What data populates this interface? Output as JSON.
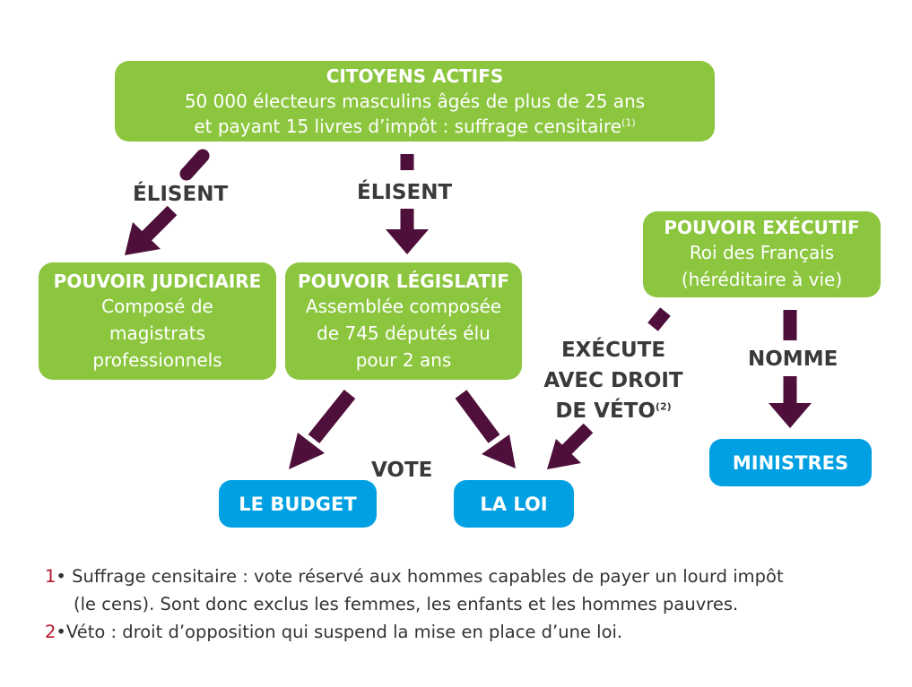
{
  "colors": {
    "green": "#8cc63f",
    "blue": "#00a0e3",
    "arrow": "#4e0f3a",
    "footnote_number": "#b4162b"
  },
  "citoyens": {
    "title": "CITOYENS ACTIFS",
    "line1": "50 000 électeurs masculins âgés de plus de 25 ans",
    "line2": "et payant 15 livres d’impôt : suffrage censitaire",
    "sup": "(1)"
  },
  "judiciaire": {
    "title": "POUVOIR JUDICIAIRE",
    "lines": [
      "Composé de",
      "magistrats",
      "professionnels"
    ]
  },
  "legislatif": {
    "title": "POUVOIR LÉGISLATIF",
    "lines": [
      "Assemblée composée",
      "de 745 députés élu",
      "pour 2 ans"
    ]
  },
  "executif": {
    "title": "POUVOIR EXÉCUTIF",
    "lines": [
      "Roi des Français",
      "(héréditaire à vie)"
    ]
  },
  "labels": {
    "elisent_left": "ÉLISENT",
    "elisent_center": "ÉLISENT",
    "vote": "VOTE",
    "execute_lines": [
      "EXÉCUTE",
      "AVEC DROIT",
      "DE VÉTO"
    ],
    "execute_sup": "(2)",
    "nomme": "NOMME"
  },
  "outputs": {
    "budget": "LE BUDGET",
    "loi": "LA LOI",
    "ministres": "MINISTRES"
  },
  "footnotes": [
    {
      "num": "1",
      "lead": "• Suffrage censitaire : vote réservé aux hommes capables de payer un lourd impôt",
      "cont": "(le cens). Sont donc exclus les femmes, les enfants et les hommes pauvres."
    },
    {
      "num": "2",
      "lead": "•Véto : droit d’opposition qui suspend la mise en place d’une loi."
    }
  ]
}
